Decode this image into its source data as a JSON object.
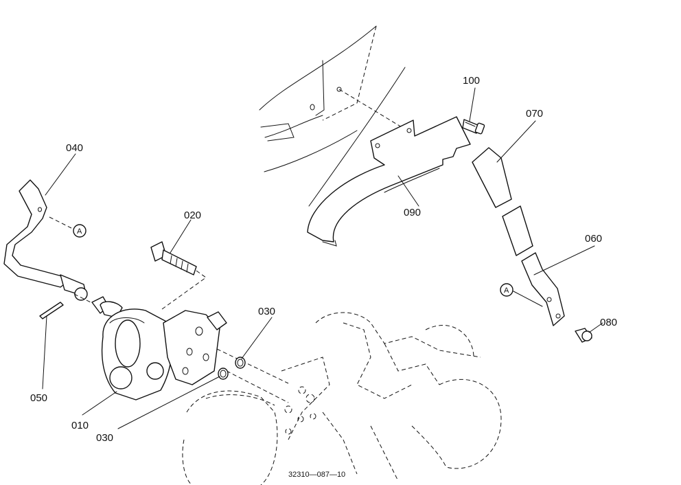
{
  "parts": {
    "p010": "010",
    "p020": "020",
    "p030a": "030",
    "p030b": "030",
    "p040": "040",
    "p050": "050",
    "p060": "060",
    "p070": "070",
    "p080": "080",
    "p090": "090",
    "p100": "100"
  },
  "refs": {
    "a_left": "A",
    "a_right": "A"
  },
  "drawing_code": "32310—087—10"
}
